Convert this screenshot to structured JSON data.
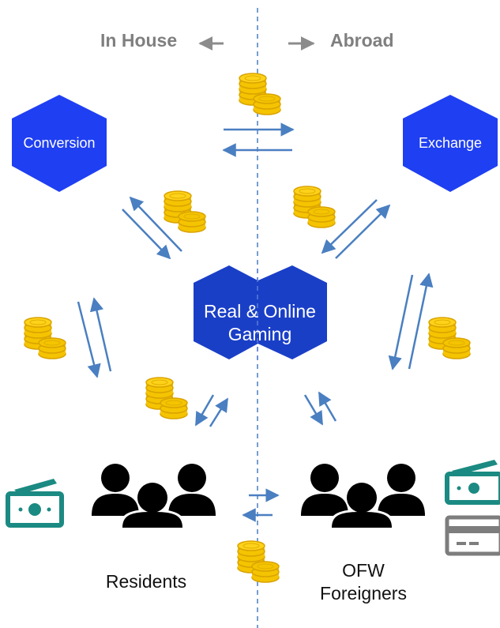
{
  "header": {
    "in_house": "In House",
    "abroad": "Abroad"
  },
  "nodes": {
    "conversion": "Conversion",
    "exchange": "Exchange",
    "gaming_line1": "Real & Online",
    "gaming_line2": "Gaming",
    "residents": "Residents",
    "ofw_line1": "OFW",
    "ofw_line2": "Foreigners"
  },
  "colors": {
    "hexagon_blue": "#1f3ff2",
    "gaming_blue": "#1a3fc7",
    "arrow_blue": "#4a7fc1",
    "header_arrow_gray": "#8c8c8c",
    "coin_gold": "#f5c400",
    "coin_edge": "#e0a800",
    "cash_teal": "#1b8a82",
    "card_gray": "#7d7d7d",
    "people_black": "#000000",
    "divider_blue": "#4a7fc1"
  },
  "icons": [
    "coin-stack-icon",
    "cash-icon",
    "credit-card-icon",
    "people-group-icon",
    "arrow-icon"
  ]
}
